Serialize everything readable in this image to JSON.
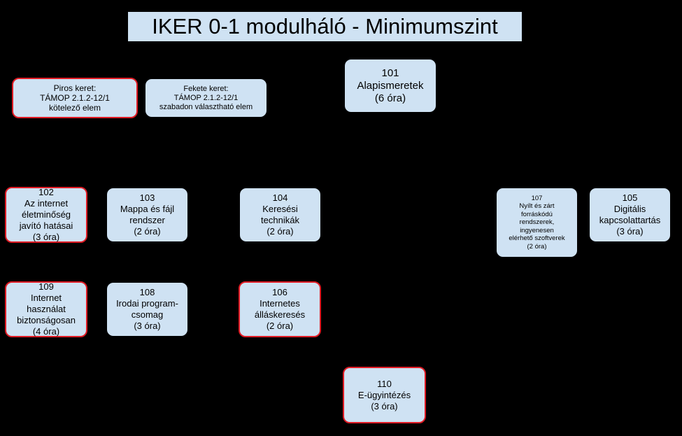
{
  "title": "IKER 0-1 modulháló - Minimumszint",
  "legend": {
    "red": {
      "lines": [
        "Piros keret:",
        "TÁMOP 2.1.2-12/1",
        "kötelező elem"
      ]
    },
    "black": {
      "lines": [
        "Fekete keret:",
        "TÁMOP 2.1.2-12/1",
        "szabadon választható elem"
      ]
    }
  },
  "modules": {
    "m101": {
      "lines": [
        "101",
        "Alapismeretek",
        "(6 óra)"
      ],
      "required": false
    },
    "m102": {
      "lines": [
        "102",
        "Az internet",
        "életminőség",
        "javító hatásai",
        "(3 óra)"
      ],
      "required": true
    },
    "m103": {
      "lines": [
        "103",
        "Mappa és fájl",
        "rendszer",
        "(2 óra)"
      ],
      "required": false
    },
    "m104": {
      "lines": [
        "104",
        "Keresési",
        "technikák",
        "(2 óra)"
      ],
      "required": false
    },
    "m107": {
      "lines": [
        "107",
        "Nyílt és zárt",
        "forráskódú",
        "rendszerek,",
        "ingyenesen",
        "elérhető szoftverek",
        "(2 óra)"
      ],
      "required": false
    },
    "m105": {
      "lines": [
        "105",
        "Digitális",
        "kapcsolattartás",
        "(3 óra)"
      ],
      "required": false
    },
    "m109": {
      "lines": [
        "109",
        "Internet",
        "használat",
        "biztonságosan",
        "(4 óra)"
      ],
      "required": true
    },
    "m108": {
      "lines": [
        "108",
        "Irodai program-",
        "csomag",
        "(3 óra)"
      ],
      "required": false
    },
    "m106": {
      "lines": [
        "106",
        "Internetes",
        "álláskeresés",
        "(2 óra)"
      ],
      "required": true
    },
    "m110": {
      "lines": [
        "110",
        "E-ügyintézés",
        "(3 óra)"
      ],
      "required": true
    }
  },
  "colors": {
    "background": "#000000",
    "box_fill": "#cfe2f3",
    "required_border": "#e01b24",
    "optional_border": "#000000"
  }
}
